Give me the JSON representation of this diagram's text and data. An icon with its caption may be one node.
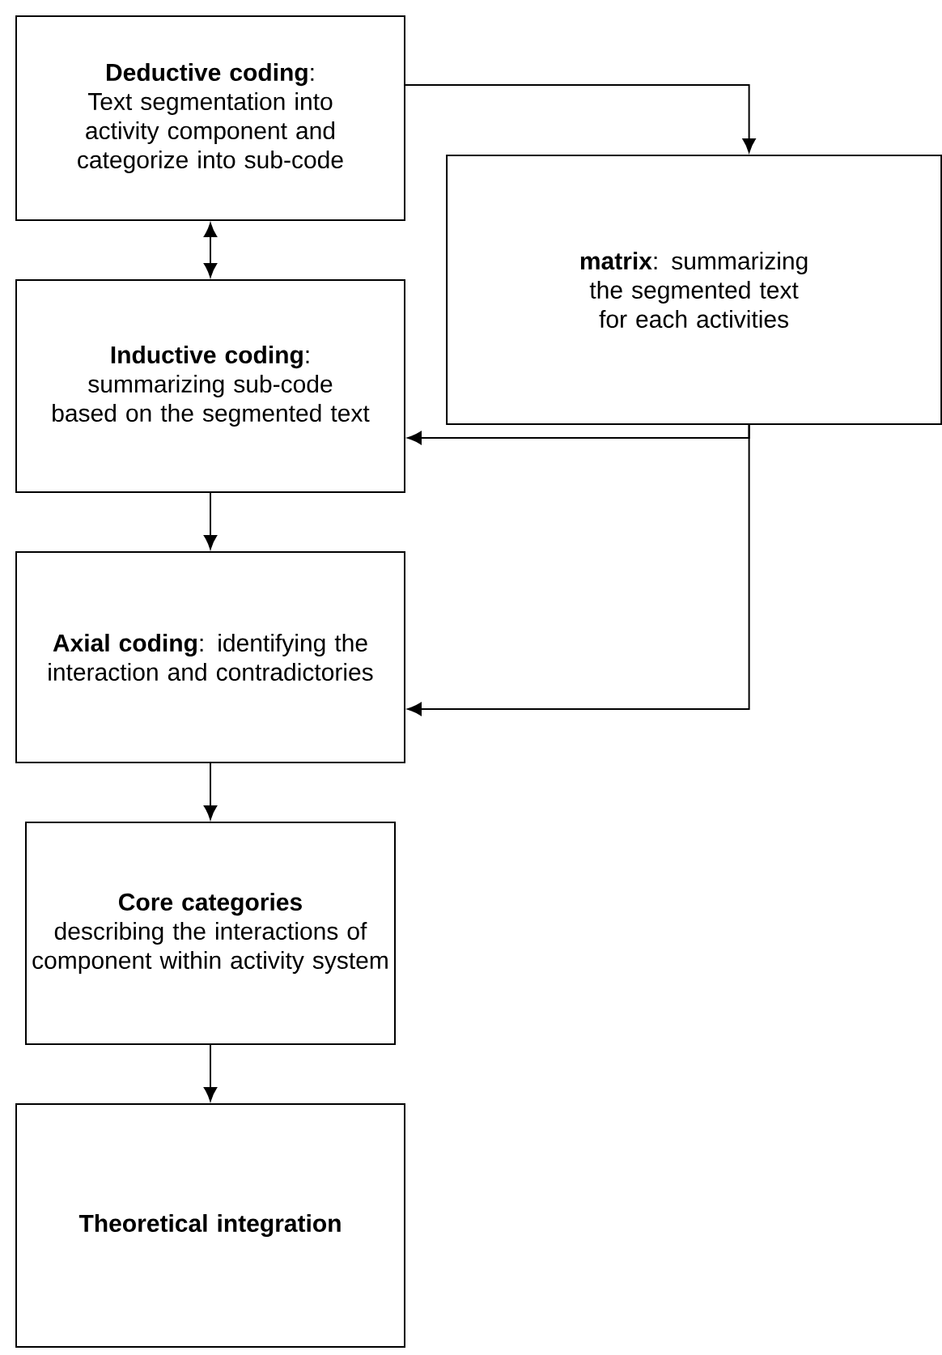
{
  "diagram": {
    "nodes": [
      {
        "text": [
          "**Deductive coding**: Text segmentation into activity component and categorize into sub-code"
        ]
      },
      {
        "text": [
          "**matrix**: summarizing the segmented text for each activities"
        ]
      },
      {
        "text": [
          "**Inductive coding**: summarizing sub-code based on the segmented text"
        ]
      },
      {
        "text": [
          "**Axial coding**: identifying the interaction and contradictories"
        ]
      },
      {
        "text": [
          "Core categories",
          "describing the interactions of component within activity system"
        ]
      },
      {
        "text": [
          "Theoretical integration"
        ]
      }
    ],
    "edges": [
      {
        "from": 0,
        "to": 1,
        "arrow": "to"
      },
      {
        "from": 0,
        "to": 2,
        "arrow": "both"
      },
      {
        "from": 1,
        "to": 2,
        "arrow": "to"
      },
      {
        "from": 1,
        "to": 3,
        "arrow": "to"
      },
      {
        "from": 2,
        "to": 3,
        "arrow": "to"
      },
      {
        "from": 3,
        "to": 4,
        "arrow": "to"
      },
      {
        "from": 4,
        "to": 5,
        "arrow": "to"
      }
    ]
  }
}
